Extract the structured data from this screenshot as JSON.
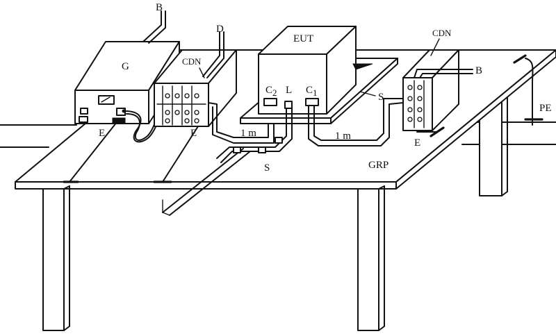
{
  "labels": {
    "b_top": "B",
    "g": "G",
    "cdn_left": "CDN",
    "d": "D",
    "eut": "EUT",
    "cdn_right": "CDN",
    "b_right": "B",
    "c2": "C",
    "c2_sub": "2",
    "l": "L",
    "c1": "C",
    "c1_sub": "1",
    "s_right": "S",
    "s_bottom": "S",
    "pe": "PE",
    "grp": "GRP",
    "one_m_left": "1 m",
    "one_m_right": "1 m",
    "e_g": "E",
    "e_cdn_left": "E",
    "e_cdn_right": "E"
  }
}
